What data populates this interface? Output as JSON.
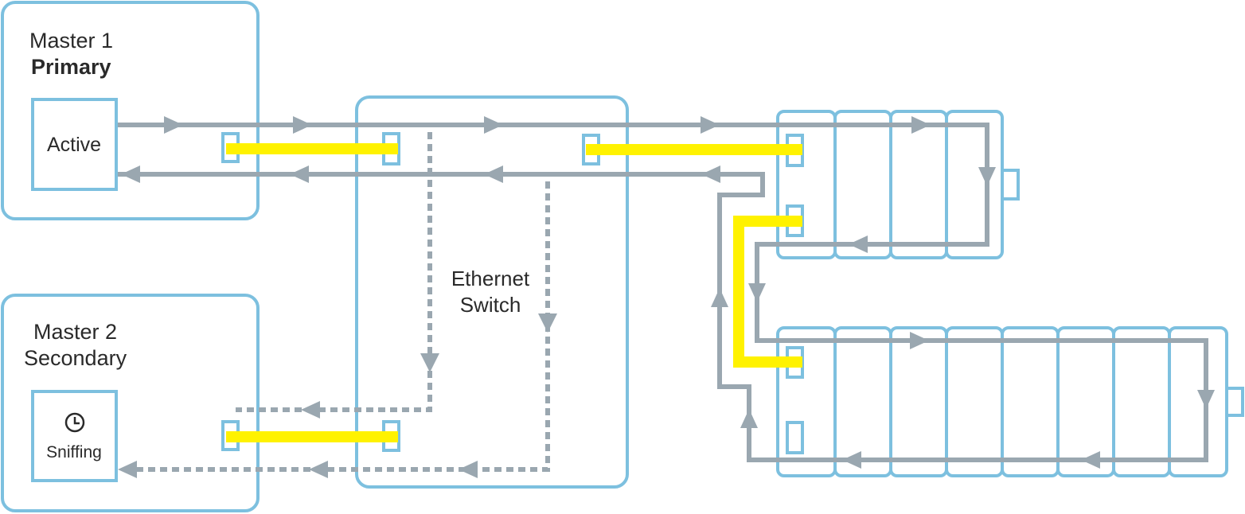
{
  "colors": {
    "box_stroke": "#7dc0df",
    "cable": "#fff200",
    "flow": "#9aa7b0",
    "text": "#2a2a2a",
    "background": "#ffffff"
  },
  "master1": {
    "title": "Master 1",
    "role": "Primary",
    "state": "Active"
  },
  "master2": {
    "title": "Master 2",
    "role": "Secondary",
    "state": "Sniffing",
    "state_icon": "clock-icon"
  },
  "switch": {
    "line1": "Ethernet",
    "line2": "Switch"
  },
  "rack_upper": {
    "modules": 4
  },
  "rack_lower": {
    "modules": 8
  }
}
